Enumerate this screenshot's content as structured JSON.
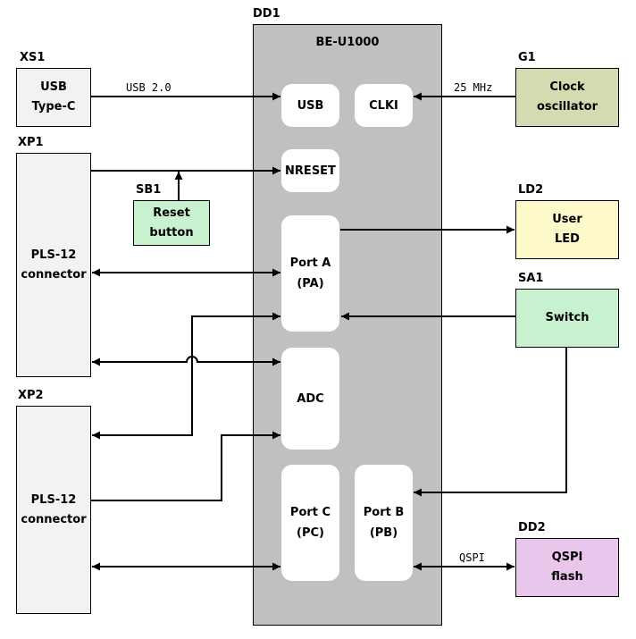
{
  "mcu": {
    "ref": "DD1",
    "name": "BE-U1000"
  },
  "blocks": {
    "usb": "USB",
    "clki": "CLKI",
    "nreset": "NRESET",
    "porta": [
      "Port A",
      "(PA)"
    ],
    "adc": "ADC",
    "portc": [
      "Port C",
      "(PC)"
    ],
    "portb": [
      "Port B",
      "(PB)"
    ]
  },
  "components": {
    "xs1": {
      "ref": "XS1",
      "lines": [
        "USB",
        "Type-C"
      ]
    },
    "xp1": {
      "ref": "XP1",
      "lines": [
        "PLS-12",
        "connector"
      ]
    },
    "sb1": {
      "ref": "SB1",
      "lines": [
        "Reset",
        "button"
      ]
    },
    "xp2": {
      "ref": "XP2",
      "lines": [
        "PLS-12",
        "connector"
      ]
    },
    "g1": {
      "ref": "G1",
      "lines": [
        "Clock",
        "oscillator"
      ]
    },
    "ld2": {
      "ref": "LD2",
      "lines": [
        "User",
        "LED"
      ]
    },
    "sa1": {
      "ref": "SA1",
      "lines": [
        "Switch"
      ]
    },
    "dd2": {
      "ref": "DD2",
      "lines": [
        "QSPI",
        "flash"
      ]
    }
  },
  "signals": {
    "usb": "USB 2.0",
    "clock": "25 MHz",
    "qspi": "QSPI"
  },
  "colors": {
    "connector": "#f2f2f2",
    "chip_body": "#c0c0c0",
    "reset_button": "#c8f2cf",
    "clock_oscillator": "#d5dbb1",
    "user_led": "#fdf9c8",
    "switch": "#c8f2cf",
    "qspi_flash": "#e9c6ec",
    "lines": "#000000"
  }
}
